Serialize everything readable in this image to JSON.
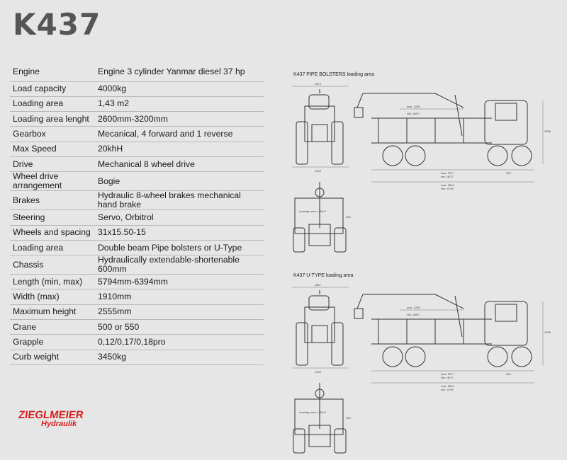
{
  "title": "K437",
  "specs": [
    {
      "key": "Engine",
      "value": "Engine 3 cylinder Yanmar diesel 37 hp"
    },
    {
      "key": "Load capacity",
      "value": "4000kg"
    },
    {
      "key": "Loading area",
      "value": "1,43 m2"
    },
    {
      "key": "Loading area lenght",
      "value": "2600mm-3200mm"
    },
    {
      "key": "Gearbox",
      "value": "Mecanical, 4 forward and 1 reverse"
    },
    {
      "key": "Max Speed",
      "value": "20khH"
    },
    {
      "key": "Drive",
      "value": "Mechanical 8 wheel drive"
    },
    {
      "key": "Wheel drive arrangement",
      "value": "Bogie"
    },
    {
      "key": "Brakes",
      "value": "Hydraulic 8-wheel brakes mechanical hand brake"
    },
    {
      "key": "Steering",
      "value": "Servo, Orbitrol"
    },
    {
      "key": "Wheels and spacing",
      "value": "31x15.50-15"
    },
    {
      "key": "Loading area",
      "value": "Double beam Pipe bolsters or U-Type"
    },
    {
      "key": "Chassis",
      "value": "Hydraulically extendable-shortenable 600mm"
    },
    {
      "key": "Length (min, max)",
      "value": "5794mm-6394mm"
    },
    {
      "key": "Width (max)",
      "value": "1910mm"
    },
    {
      "key": "Maximum height",
      "value": "2555mm"
    },
    {
      "key": "Crane",
      "value": "500 or 550"
    },
    {
      "key": "Grapple",
      "value": "0,12/0,17/0,18pro"
    },
    {
      "key": "Curb weight",
      "value": "3450kg"
    }
  ],
  "drawings": {
    "pipe_caption": "K437 PIPE BOLSTERS loading area",
    "utype_caption": "K437 U-TYPE loading area",
    "pipe": {
      "width_top": "1874",
      "width_front": "1910",
      "loading_area": "Loading area: 1,43m²",
      "height": "2555",
      "side_h": "945",
      "max_load": "max. 3200",
      "min_load": "min. 2600",
      "wheelbase": "900",
      "len1": "max. 3277",
      "len1b": "min. 4677",
      "len2": "max. 6394",
      "len2b": "min. 5794"
    },
    "utype": {
      "width_top": "1817",
      "width_front": "1910",
      "loading_area": "Loading area: 1,43m²",
      "height": "2555",
      "side_h": "944",
      "max_load": "max. 3200",
      "min_load": "min. 2600",
      "wheelbase": "900",
      "len1": "max. 3277",
      "len1b": "min. 4677",
      "len2": "max. 6394",
      "len2b": "min. 5794"
    }
  },
  "logo": {
    "line1": "ZIEGLMEIER",
    "line2": "Hydraulik",
    "color": "#d82020"
  }
}
